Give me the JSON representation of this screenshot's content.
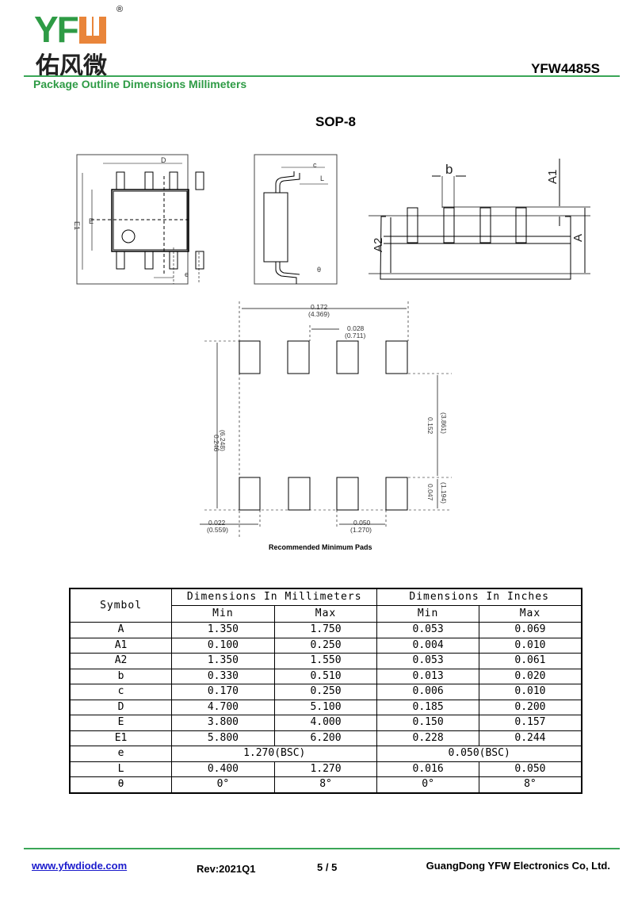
{
  "header": {
    "logo_text": "YFW",
    "logo_chinese": "佑风微",
    "registered_mark": "®",
    "part_number": "YFW4485S",
    "section_title": "Package Outline Dimensions Millimeters"
  },
  "package_name": "SOP-8",
  "drawings": {
    "top_view": {
      "D": "D",
      "E": "E",
      "E1": "E1",
      "e": "e"
    },
    "side_view": {
      "c": "c",
      "L": "L",
      "theta": "θ"
    },
    "front_view": {
      "b": "b",
      "A1": "A1",
      "A2": "A2",
      "A": "A"
    },
    "pads": {
      "caption": "Recommended Minimum Pads",
      "width_in": "0.172",
      "width_mm": "(4.369)",
      "pad_gap_in": "0.028",
      "pad_gap_mm": "(0.711)",
      "height_in": "0.246",
      "height_mm": "(6.248)",
      "inner_in": "0.152",
      "inner_mm": "(3.861)",
      "pad_len_in": "0.047",
      "pad_len_mm": "(1.194)",
      "pad_w_in": "0.022",
      "pad_w_mm": "(0.559)",
      "pitch_in": "0.050",
      "pitch_mm": "(1.270)"
    }
  },
  "table": {
    "symbol_header": "Symbol",
    "mm_header": "Dimensions In Millimeters",
    "in_header": "Dimensions In Inches",
    "min": "Min",
    "max": "Max",
    "rows": [
      {
        "s": "A",
        "mm_min": "1.350",
        "mm_max": "1.750",
        "in_min": "0.053",
        "in_max": "0.069"
      },
      {
        "s": "A1",
        "mm_min": "0.100",
        "mm_max": "0.250",
        "in_min": "0.004",
        "in_max": "0.010"
      },
      {
        "s": "A2",
        "mm_min": "1.350",
        "mm_max": "1.550",
        "in_min": "0.053",
        "in_max": "0.061"
      },
      {
        "s": "b",
        "mm_min": "0.330",
        "mm_max": "0.510",
        "in_min": "0.013",
        "in_max": "0.020"
      },
      {
        "s": "c",
        "mm_min": "0.170",
        "mm_max": "0.250",
        "in_min": "0.006",
        "in_max": "0.010"
      },
      {
        "s": "D",
        "mm_min": "4.700",
        "mm_max": "5.100",
        "in_min": "0.185",
        "in_max": "0.200"
      },
      {
        "s": "E",
        "mm_min": "3.800",
        "mm_max": "4.000",
        "in_min": "0.150",
        "in_max": "0.157"
      },
      {
        "s": "E1",
        "mm_min": "5.800",
        "mm_max": "6.200",
        "in_min": "0.228",
        "in_max": "0.244"
      },
      {
        "s": "e",
        "mm_bsc": "1.270(BSC)",
        "in_bsc": "0.050(BSC)"
      },
      {
        "s": "L",
        "mm_min": "0.400",
        "mm_max": "1.270",
        "in_min": "0.016",
        "in_max": "0.050"
      },
      {
        "s": "θ",
        "mm_min": "0°",
        "mm_max": "8°",
        "in_min": "0°",
        "in_max": "8°"
      }
    ]
  },
  "footer": {
    "website": "www.yfwdiode.com",
    "revision": "Rev:2021Q1",
    "page": "5 / 5",
    "company": "GuangDong YFW Electronics Co, Ltd."
  },
  "colors": {
    "brand_green": "#2e9b45",
    "brand_orange": "#e9853a"
  }
}
